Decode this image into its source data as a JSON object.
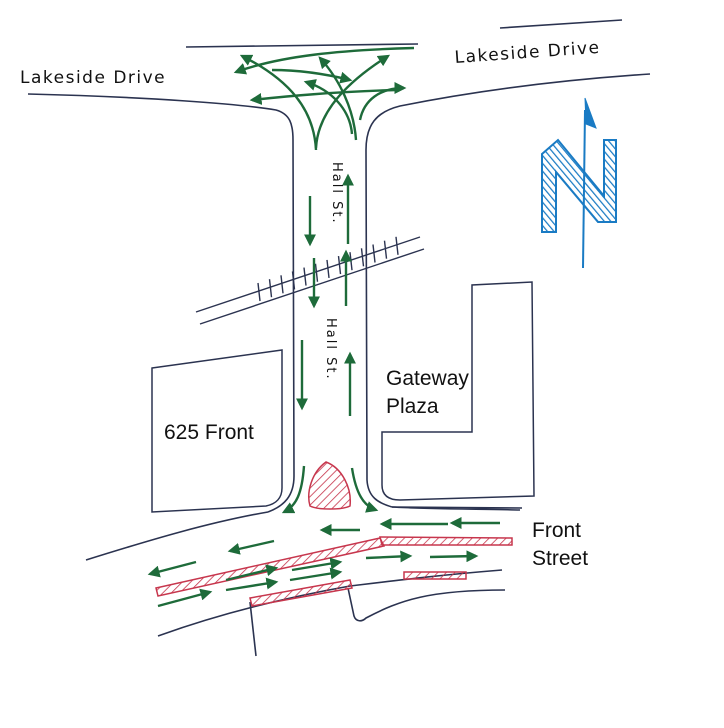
{
  "streets": {
    "lakeside_left": "Lakeside Drive",
    "lakeside_right": "Lakeside Drive",
    "hall_upper": "Hall St.",
    "hall_lower": "Hall St.",
    "front_line1": "Front",
    "front_line2": "Street"
  },
  "buildings": {
    "left": "625 Front",
    "right_line1": "Gateway",
    "right_line2": "Plaza"
  },
  "north_label": "N",
  "colors": {
    "road_outline": "#2b3350",
    "arrow_green": "#1e6b3a",
    "hatch_red": "#c7364d",
    "north_blue": "#1a7bc4"
  }
}
